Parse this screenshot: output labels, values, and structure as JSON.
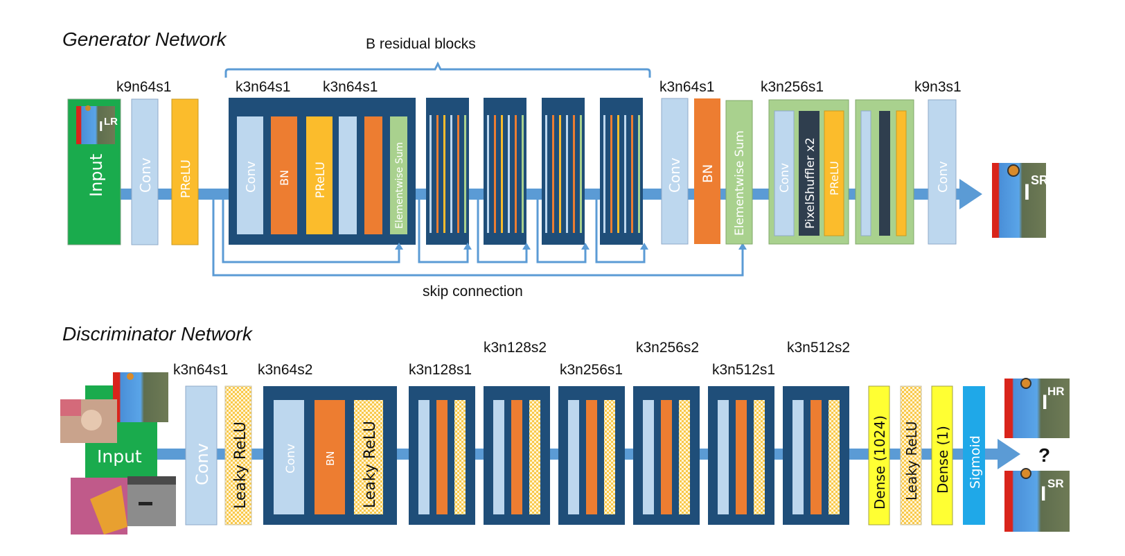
{
  "colors": {
    "navy": "#1f4e79",
    "conv": "#bdd7ee",
    "bn": "#ed7d31",
    "prelu": "#fbbc2c",
    "elementwise": "#a9d18e",
    "input": "#1aab4d",
    "flow": "#5b9bd5",
    "pixelshuffle": "#2f3e4e",
    "dense": "#ffff33",
    "sigmoid": "#1fa8e8",
    "leaky": "#fde8a8"
  },
  "generator": {
    "title": "Generator Network",
    "residual_brace_label": "B residual blocks",
    "skip_label": "skip connection",
    "input_label": "Input",
    "input_image_label": "I",
    "input_image_sup": "LR",
    "output_image_label": "I",
    "output_image_sup": "SR",
    "layer_labels": {
      "first_conv": "k9n64s1",
      "res_conv1": "k3n64s1",
      "res_conv2": "k3n64s1",
      "post_conv": "k3n64s1",
      "upsample": "k3n256s1",
      "final_conv": "k9n3s1"
    },
    "blocks": {
      "conv": "Conv",
      "prelu": "PReLU",
      "bn": "BN",
      "elementwise_sum": "Elementwise Sum",
      "pixelshuffler": "PixelShuffler x2"
    }
  },
  "discriminator": {
    "title": "Discriminator Network",
    "input_label": "Input",
    "question_mark": "?",
    "hr_image_label": "I",
    "hr_image_sup": "HR",
    "sr_image_label": "I",
    "sr_image_sup": "SR",
    "layer_labels": {
      "first_conv": "k3n64s1",
      "block1": "k3n64s2",
      "block2": "k3n128s1",
      "block3": "k3n128s2",
      "block4": "k3n256s1",
      "block5": "k3n256s2",
      "block6": "k3n512s1",
      "block7": "k3n512s2"
    },
    "blocks": {
      "conv": "Conv",
      "leaky_relu": "Leaky ReLU",
      "bn": "BN",
      "dense1024": "Dense (1024)",
      "dense1": "Dense (1)",
      "sigmoid": "Sigmoid"
    }
  }
}
